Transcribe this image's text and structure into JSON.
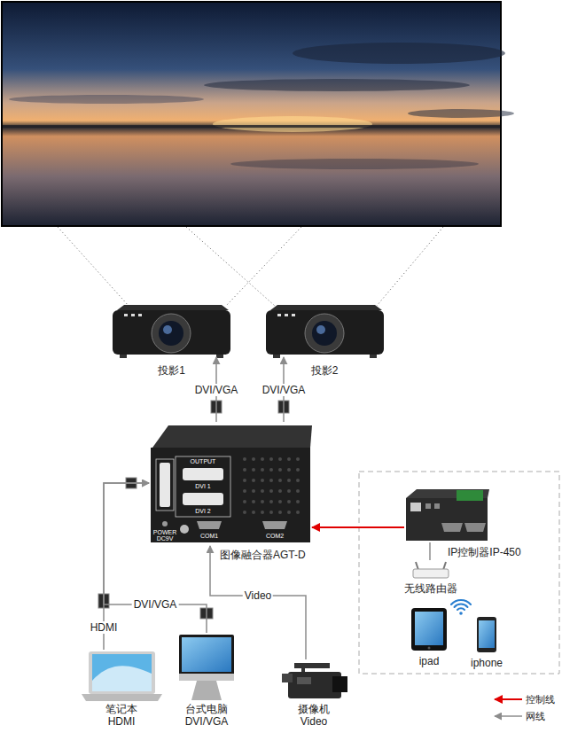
{
  "diagram": {
    "nodes": [
      {
        "text": [
          "投影1"
        ]
      },
      {
        "text": [
          "投影2"
        ]
      },
      {
        "text": [
          "图像融合器AGT-D"
        ]
      },
      {
        "text": [
          "IP控制器IP-450"
        ]
      },
      {
        "text": [
          "无线路由器"
        ]
      },
      {
        "text": [
          "ipad"
        ]
      },
      {
        "text": [
          "iphone"
        ]
      },
      {
        "text": [
          "笔记本",
          "HDMI"
        ]
      },
      {
        "text": [
          "台式电脑",
          "DVI/VGA"
        ]
      },
      {
        "text": [
          "摄像机",
          "Video"
        ]
      }
    ],
    "edges": [
      {
        "from": 2,
        "to": 0,
        "arrow": "to",
        "label": "DVI/VGA"
      },
      {
        "from": 2,
        "to": 1,
        "arrow": "to",
        "label": "DVI/VGA"
      },
      {
        "from": 3,
        "to": 2,
        "arrow": "to"
      },
      {
        "from": 4,
        "to": 3,
        "arrow": "none"
      },
      {
        "from": 7,
        "to": 2,
        "arrow": "to",
        "label": "HDMI"
      },
      {
        "from": 8,
        "to": 2,
        "arrow": "to",
        "label": "DVI/VGA"
      },
      {
        "from": 9,
        "to": 2,
        "arrow": "to",
        "label": "Video"
      }
    ],
    "labels": [
      "OUTPUT",
      "DVI 1",
      "DVI 2",
      "POWER",
      "DC9V",
      "COM1",
      "COM2"
    ],
    "legend": [
      {
        "text": "控制线"
      },
      {
        "text": "网线"
      }
    ]
  }
}
